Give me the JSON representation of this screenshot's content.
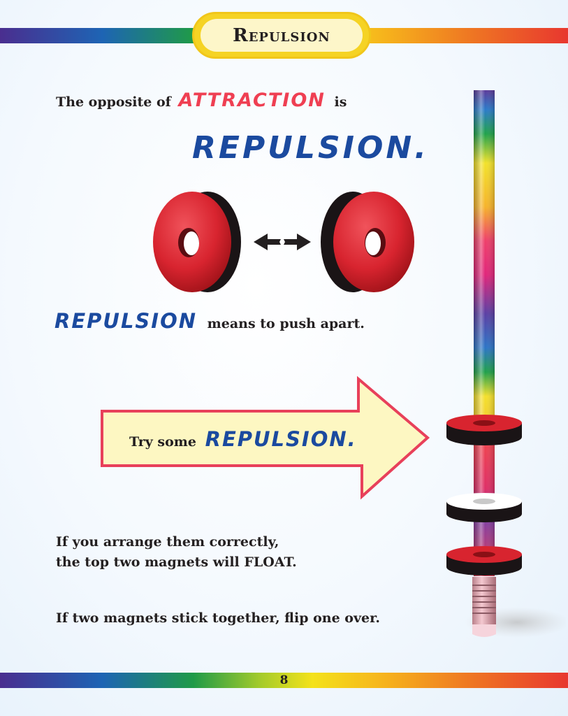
{
  "header": {
    "title": "Repulsion"
  },
  "intro": {
    "prefix": "The opposite of",
    "attraction_word": "ATTRACTION",
    "suffix": "is"
  },
  "headline": "REPULSION.",
  "illustration": {
    "left_magnet": "ring-magnet-left",
    "arrow": "double-headed-arrow",
    "right_magnet": "ring-magnet-right",
    "ring_color": "#d8242f"
  },
  "definition": {
    "word": "REPULSION",
    "text": "means to push apart."
  },
  "callout": {
    "prefix": "Try some",
    "word": "REPULSION.",
    "fill_color": "#fdf7c2",
    "border_color": "#e8405a"
  },
  "instructions": {
    "line1": "If you arrange them correctly,",
    "line2": "the top two magnets will FLOAT.",
    "tip": "If two magnets stick together, flip one over."
  },
  "pencil_illustration": {
    "icon": "pencil-with-floating-magnets",
    "magnet_count": 3
  },
  "footer": {
    "page_number": "8"
  },
  "colors": {
    "accent_red": "#ef3f52",
    "accent_blue": "#1b4a9f",
    "title_yellow": "#f5d324"
  }
}
